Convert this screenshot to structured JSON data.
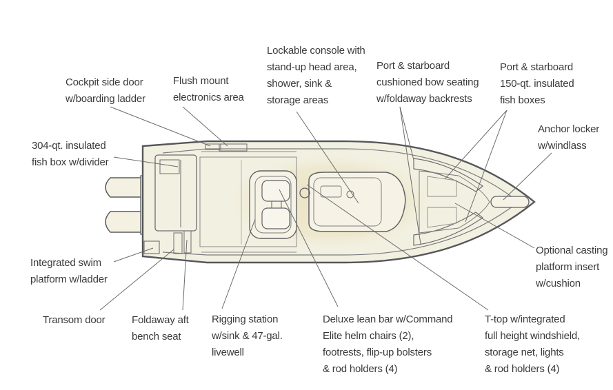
{
  "colors": {
    "hull_fill": "#f2f0e1",
    "hull_stroke": "#55575a",
    "highlight": "#ebe2c0",
    "leader": "#6b6b6b",
    "text": "#3a3a3a"
  },
  "callouts": {
    "cockpit_door": [
      "Cockpit side door",
      "w/boarding ladder"
    ],
    "flush_mount": [
      "Flush mount",
      "electronics area"
    ],
    "console": [
      "Lockable console with",
      "stand-up head area,",
      "shower, sink &",
      "storage areas"
    ],
    "bow_seating": [
      "Port & starboard",
      "cushioned bow seating",
      "w/foldaway backrests"
    ],
    "fish_boxes_150": [
      "Port & starboard",
      "150-qt. insulated",
      "fish boxes"
    ],
    "anchor_locker": [
      "Anchor locker",
      "w/windlass"
    ],
    "fish_box_304": [
      "304-qt. insulated",
      "fish box w/divider"
    ],
    "swim_platform": [
      "Integrated swim",
      "platform w/ladder"
    ],
    "casting_platform": [
      "Optional casting",
      "platform insert",
      "w/cushion"
    ],
    "transom_door": [
      "Transom door"
    ],
    "bench_seat": [
      "Foldaway aft",
      "bench seat"
    ],
    "rigging_station": [
      "Rigging station",
      "w/sink & 47-gal.",
      "livewell"
    ],
    "lean_bar": [
      "Deluxe lean bar w/Command",
      "Elite helm chairs (2),",
      "footrests, flip-up bolsters",
      "& rod holders (4)"
    ],
    "ttop": [
      "T-top w/integrated",
      "full height windshield,",
      "storage net, lights",
      "& rod holders (4)"
    ]
  }
}
